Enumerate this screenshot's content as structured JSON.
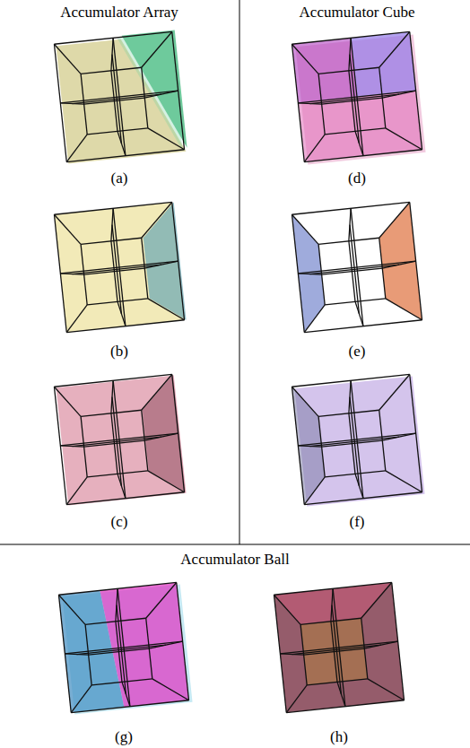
{
  "diagram": {
    "labels": [
      "Accumulator Array",
      "Accumulator Cube",
      "(a)",
      "(d)",
      "(b)",
      "(e)",
      "(c)",
      "(f)",
      "Accumulator Ball",
      "(g)",
      "(h)"
    ]
  }
}
